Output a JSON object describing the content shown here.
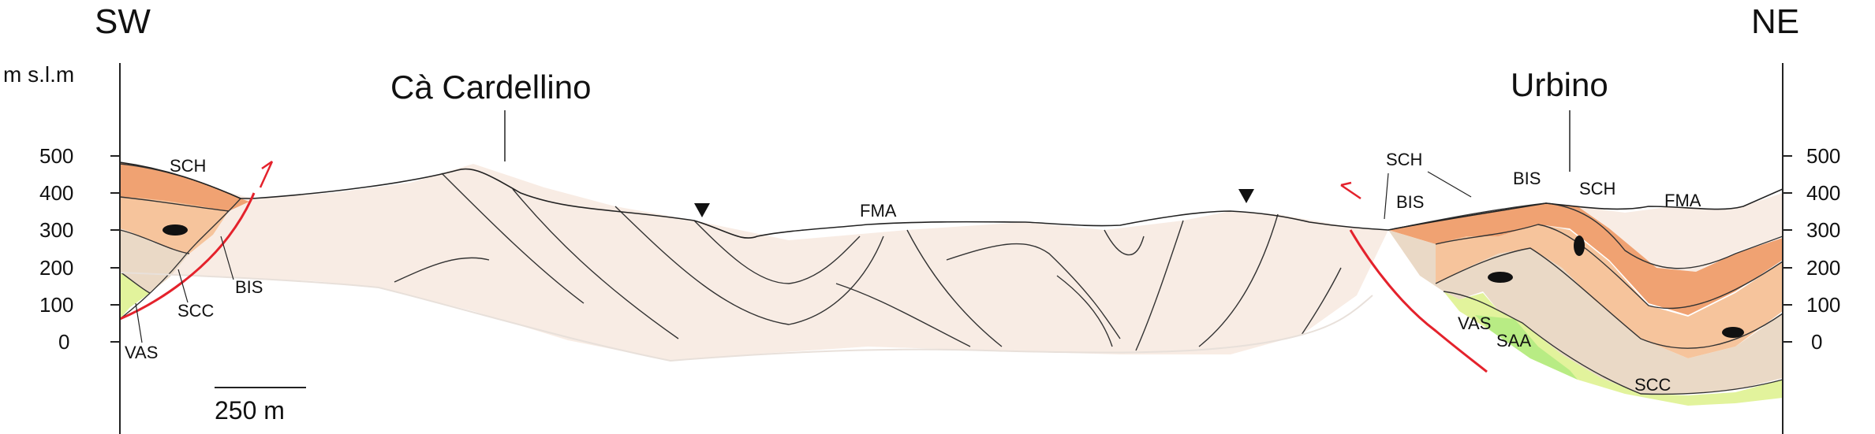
{
  "orientation": {
    "left": "SW",
    "right": "NE"
  },
  "axis": {
    "unit": "m s.l.m",
    "ticks": [
      "500",
      "400",
      "300",
      "200",
      "100",
      "0"
    ]
  },
  "places": {
    "left": "Cà Cardellino",
    "right": "Urbino"
  },
  "units_left": {
    "sch": "SCH",
    "bis": "BIS",
    "scc": "SCC",
    "vas": "VAS"
  },
  "units_center": {
    "fma": "FMA"
  },
  "units_right": {
    "sch1": "SCH",
    "bis1": "BIS",
    "bis2": "BIS",
    "sch2": "SCH",
    "fma": "FMA",
    "vas": "VAS",
    "saa": "SAA",
    "scc": "SCC"
  },
  "scale_bar": {
    "label": "250 m"
  },
  "colors": {
    "fma": "#f8ece4",
    "scaglia_rossa": "#f0a272",
    "scaglia_light": "#f6c49c",
    "bisciaro": "#f3d7bb",
    "scc": "#ead9c6",
    "vas": "#e2f39c",
    "saa": "#b8ec84",
    "fault": "#e4222c"
  },
  "icons": [
    "triangle-marker-icon",
    "fault-arrow-icon",
    "lens-icon"
  ]
}
